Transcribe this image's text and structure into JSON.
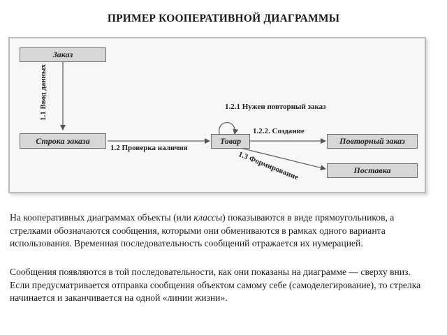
{
  "title": "ПРИМЕР КООПЕРАТИВНОЙ ДИАГРАММЫ",
  "diagram": {
    "objects": {
      "order": "Заказ",
      "order_line": "Строка заказа",
      "product": "Товар",
      "repeat_order": "Повторный заказ",
      "delivery": "Поставка"
    },
    "messages": {
      "m1_1": "1.1 Ввод данных",
      "m1_2": "1.2 Проверка наличия",
      "m1_2_1": "1.2.1 Нужен повторный заказ",
      "m1_2_2": "1.2.2. Создание",
      "m1_3": "1.3 Формирование"
    }
  },
  "text": {
    "p1_before": "На кооперативных диаграммах объекты (или ",
    "p1_italic": "классы",
    "p1_after": ") показываются в виде прямоугольников, а стрелками обозначаются сообщения, которыми они обмениваются в рамках одного варианта использования. Временная последовательность сообщений отражается их нумерацией.",
    "p2": "Сообщения появляются в той последовательности, как они показаны на диаграмме — сверху вниз. Если предусматривается отправка сообщения объектом самому себе (самоделегирование), то стрелка начинается и заканчивается на одной «линии жизни»."
  }
}
